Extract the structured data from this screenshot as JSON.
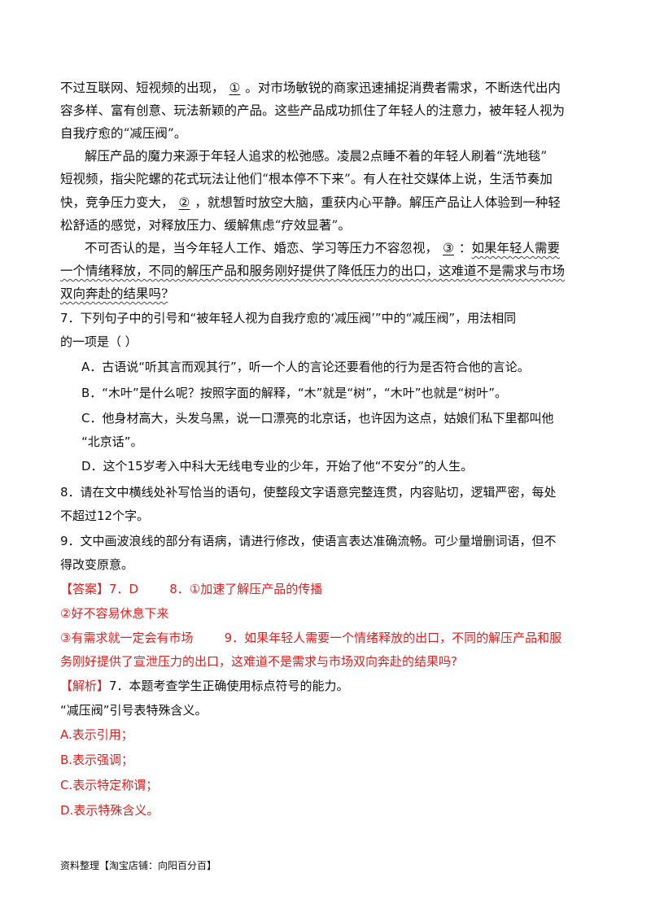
{
  "passage": {
    "p1_line1_a": "不过互联网、短视频的出现，",
    "blank1": "①",
    "p1_line1_b": "。对市场敏锐的商家迅速捕捉消费者需求，不断迭代出内",
    "p1_line2": "容多样、富有创意、玩法新颖的产品。这些产品成功抓住了年轻人的注意力，被年轻人视为",
    "p1_line3": "自我疗愈的“减压阀”。",
    "p2_line1": "解压产品的魔力来源于年轻人追求的松弛感。凌晨2点睡不着的年轻人刷着“洗地毯”",
    "p2_line2": "短视频，指尖陀螺的花式玩法让他们“根本停不下来”。有人在社交媒体上说，生活节奏加",
    "p2_line3_a": "快，竞争压力变大，",
    "blank2": "②",
    "p2_line3_b": "，就想暂时放空大脑，重获内心平静。解压产品让人体验到一种轻",
    "p2_line4": "松舒适的感觉，对释放压力、缓解焦虑“疗效显著”。",
    "p3_line1_a": "不可否认的是，当今年轻人工作、婚恋、学习等压力不容忽视，",
    "blank3": "③",
    "p3_line1_b": "：",
    "p3_line1_wavy": "如果年轻人需要",
    "p3_line2_wavy": "一个情绪释放，不同的解压产品和服务刚好提供了降低压力的出口，这难道不是需求与市场",
    "p3_line3_wavy": "双向奔赴的结果吗?"
  },
  "questions": {
    "q7_line1": "7．下列句子中的引号和“被年轻人视为自我疗愈的‘减压阀’”中的“减压阀”，用法相同",
    "q7_line2": "的一项是（    ）",
    "optA": "A．古语说“听其言而观其行”，听一个人的言论还要看他的行为是否符合他的言论。",
    "optB": "B．“木叶”是什么呢？按照字面的解释，“木”就是“树”，“木叶”也就是“树叶”。",
    "optC_line1": "C．他身材高大，头发乌黑，说一口漂亮的北京话，也许因为这点，姑娘们私下里都叫他",
    "optC_line2": "“北京话”。",
    "optD": "D．这个15岁考入中科大无线电专业的少年，开始了他“不安分”的人生。",
    "q8_line1": "8．请在文中横线处补写恰当的语句，使整段文字语意完整连贯，内容贴切，逻辑严密，每处",
    "q8_line2": "不超过12个字。",
    "q9_line1": "9．文中画波浪线的部分有语病，请进行修改，使语言表达准确流畅。可少量增删词语，但不",
    "q9_line2": "得改变原意。"
  },
  "answer": {
    "line1": "【答案】7．D        8．①加速了解压产品的传播",
    "line2": "②好不容易休息下来",
    "line3": "③有需求就一定会有市场        9．如果年轻人需要一个情绪释放的出口，不同的解压产品和服",
    "line4": "务刚好提供了宣泄压力的出口，这难道不是需求与市场双向奔赴的结果吗?"
  },
  "analysis": {
    "label": "【解析】",
    "line1_text": "7．本题考查学生正确使用标点符号的能力。",
    "line2": "“减压阀”引号表特殊含义。",
    "a": "A.表示引用；",
    "b": "B.表示强调；",
    "c": "C.表示特定称谓；",
    "d": "D.表示特殊含义。"
  },
  "footer": "资料整理【淘宝店铺：向阳百分百】"
}
